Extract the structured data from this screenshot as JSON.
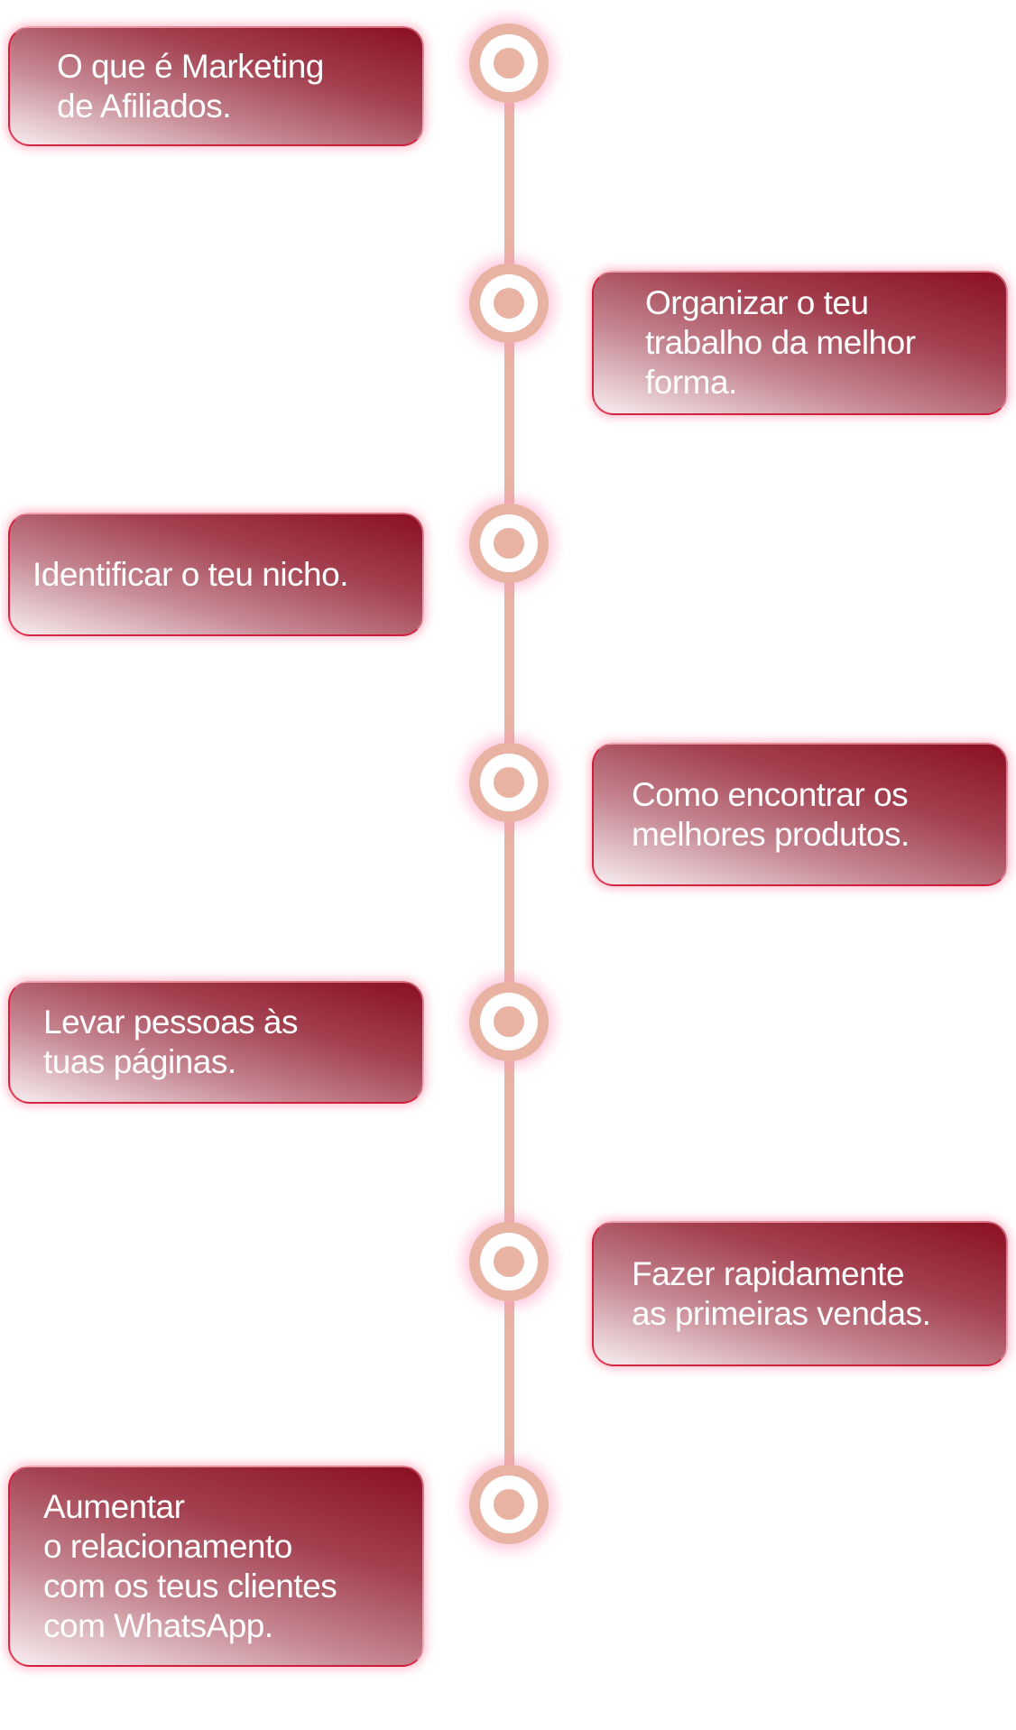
{
  "timeline": {
    "line_color": "#e8b3a3",
    "steps": [
      {
        "label": "O que é Marketing\nde Afiliados."
      },
      {
        "label": "Organizar o teu\ntrabalho da melhor\nforma."
      },
      {
        "label": "Identificar o teu nicho."
      },
      {
        "label": "Como encontrar os\nmelhores produtos."
      },
      {
        "label": "Levar pessoas às\ntuas páginas."
      },
      {
        "label": "Fazer rapidamente\nas primeiras vendas."
      },
      {
        "label": "Aumentar\no relacionamento\ncom os teus clientes\ncom WhatsApp."
      }
    ]
  }
}
